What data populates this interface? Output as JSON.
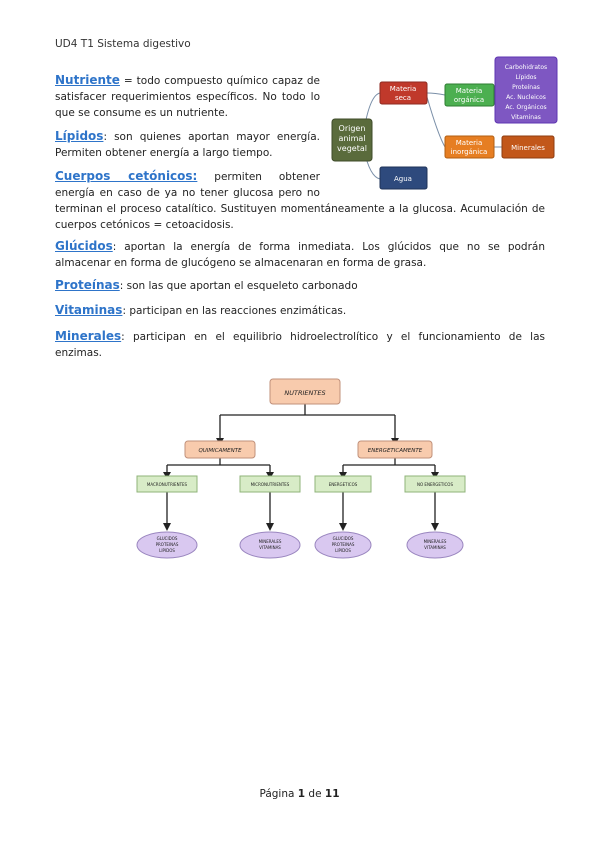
{
  "header": "UD4 T1 Sistema digestivo",
  "sections": [
    {
      "term": "Nutriente",
      "text": " = todo compuesto químico capaz de satisfacer requerimientos específicos. No todo lo que se consume es un nutriente."
    },
    {
      "term": "Lípidos",
      "text": ": son quienes aportan mayor energía. Permiten obtener energía a largo tiempo."
    },
    {
      "term": "Cuerpos cetónicos:",
      "text": " permiten obtener energía en caso de ya no tener glucosa pero no terminan el proceso catalítico. Sustituyen momentáneamente a la glucosa. Acumulación de cuerpos cetónicos = cetoacidosis."
    },
    {
      "term": "Glúcidos",
      "text": ": aportan la energía de forma inmediata. Los glúcidos que no se podrán almacenar en forma de glucógeno se almacenaran en forma de grasa."
    },
    {
      "term": "Proteínas",
      "text": ": son las que aportan el esqueleto carbonado"
    },
    {
      "term": "Vitaminas",
      "text": ": participan en las reacciones enzimáticas."
    },
    {
      "term": "Minerales",
      "text": ": participan en el equilibrio hidroelectrolítico y el funcionamiento de las enzimas."
    }
  ],
  "diagram1": {
    "origen": [
      "Origen",
      "animal",
      "vegetal"
    ],
    "materia_seca": [
      "Materia",
      "seca"
    ],
    "agua": "Agua",
    "materia_organica": [
      "Materia",
      "orgánica"
    ],
    "materia_inorganica": [
      "Materia",
      "inorgánica"
    ],
    "organicos": [
      "Carbohidratos",
      "Lípidos",
      "Proteínas",
      "Ac. Nucleicos",
      "Ac. Orgánicos",
      "Vitaminas"
    ],
    "minerales": "Minerales"
  },
  "diagram2": {
    "root": "NUTRIENTES",
    "left": "QUIMICAMENTE",
    "right": "ENERGETICAMENTE",
    "leaves": [
      "MACRONUTRIENTES",
      "MICRONUTRIENTES",
      "ENERGETICOS",
      "NO ENERGETICOS"
    ],
    "ovals": [
      [
        "GLUCIDOS",
        "PROTEINAS",
        "LIPIDOS"
      ],
      [
        "MINERALES",
        "VITAMINAS"
      ],
      [
        "GLUCIDOS",
        "PROTEINAS",
        "LIPIDOS"
      ],
      [
        "MINERALES",
        "VITAMINAS"
      ]
    ]
  },
  "footer": {
    "prefix": "Página ",
    "page": "1",
    "mid": " de ",
    "total": "11"
  }
}
